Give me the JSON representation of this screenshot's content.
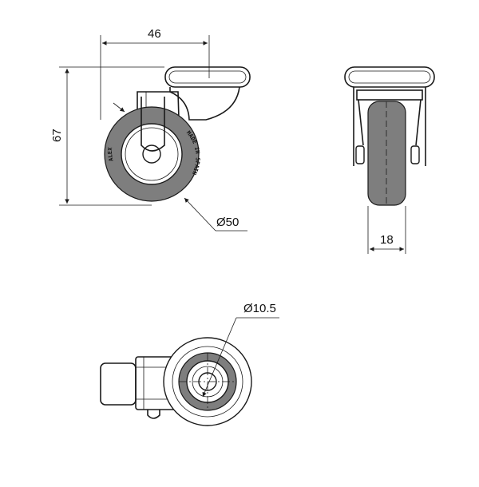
{
  "dimensions": {
    "width": "46",
    "height": "67",
    "wheel_diameter": "Ø50",
    "wheel_width": "18",
    "bolt_hole": "Ø10.5"
  },
  "wheel_marking": {
    "brand": "ALEX",
    "origin": "MADE IN SPAIN"
  }
}
